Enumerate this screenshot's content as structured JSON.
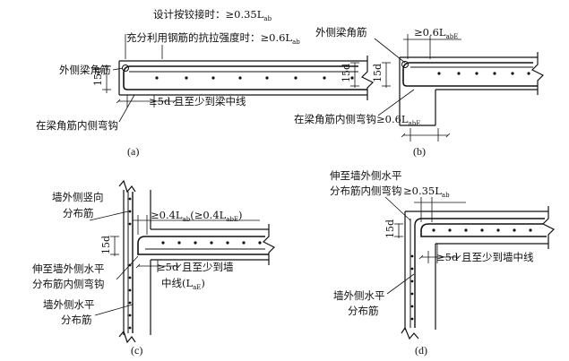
{
  "panel_a": {
    "note_line1": "设计按铰接时：≥0.35L",
    "note_line1_sub": "ab",
    "note_line2": "充分利用钢筋的抗拉强度时：≥0.6L",
    "note_line2_sub": "ab",
    "label_outer_corner_bar": "外侧梁角筋",
    "dim_15d": "15d",
    "dim_5d": "≥5d 且至少到梁中线",
    "label_hook": "在梁角筋内侧弯钩",
    "caption": "(a)"
  },
  "panel_b": {
    "label_outer_corner_bar": "外侧梁角筋",
    "dim_top": "≥0.6L",
    "dim_top_sub": "abE",
    "dim_15d_left": "15d",
    "dim_15d_right": "15d",
    "label_hook": "在梁角筋内侧弯钩≥0.6L",
    "label_hook_sub": "abE",
    "caption": "(b)"
  },
  "panel_c": {
    "label_vertical_bar_1": "墙外侧竖向",
    "label_vertical_bar_2": "分布筋",
    "dim_top": "≥0.4L",
    "dim_top_sub": "ab",
    "dim_top_paren": "(≥0.4L",
    "dim_top_paren_sub": "abE",
    "dim_top_paren_close": ")",
    "dim_15d": "15d",
    "label_hook_1": "伸至墙外侧水平",
    "label_hook_2": "分布筋内侧弯钩",
    "dim_5d_1": "≥5d 且至少到墙",
    "dim_5d_2": "中线(L",
    "dim_5d_2_sub": "aE",
    "dim_5d_2_close": ")",
    "label_horizontal_bar_1": "墙外侧水平",
    "label_horizontal_bar_2": "分布筋",
    "caption": "(c)"
  },
  "panel_d": {
    "label_hook_1": "伸至墙外侧水平",
    "label_hook_2": "分布筋内侧弯钩",
    "dim_top": "≥0.35L",
    "dim_top_sub": "ab",
    "dim_15d": "15d",
    "dim_5d": "≥5d 且至少到墙中线",
    "label_horizontal_bar_1": "墙外侧水平",
    "label_horizontal_bar_2": "分布筋",
    "caption": "(d)"
  }
}
